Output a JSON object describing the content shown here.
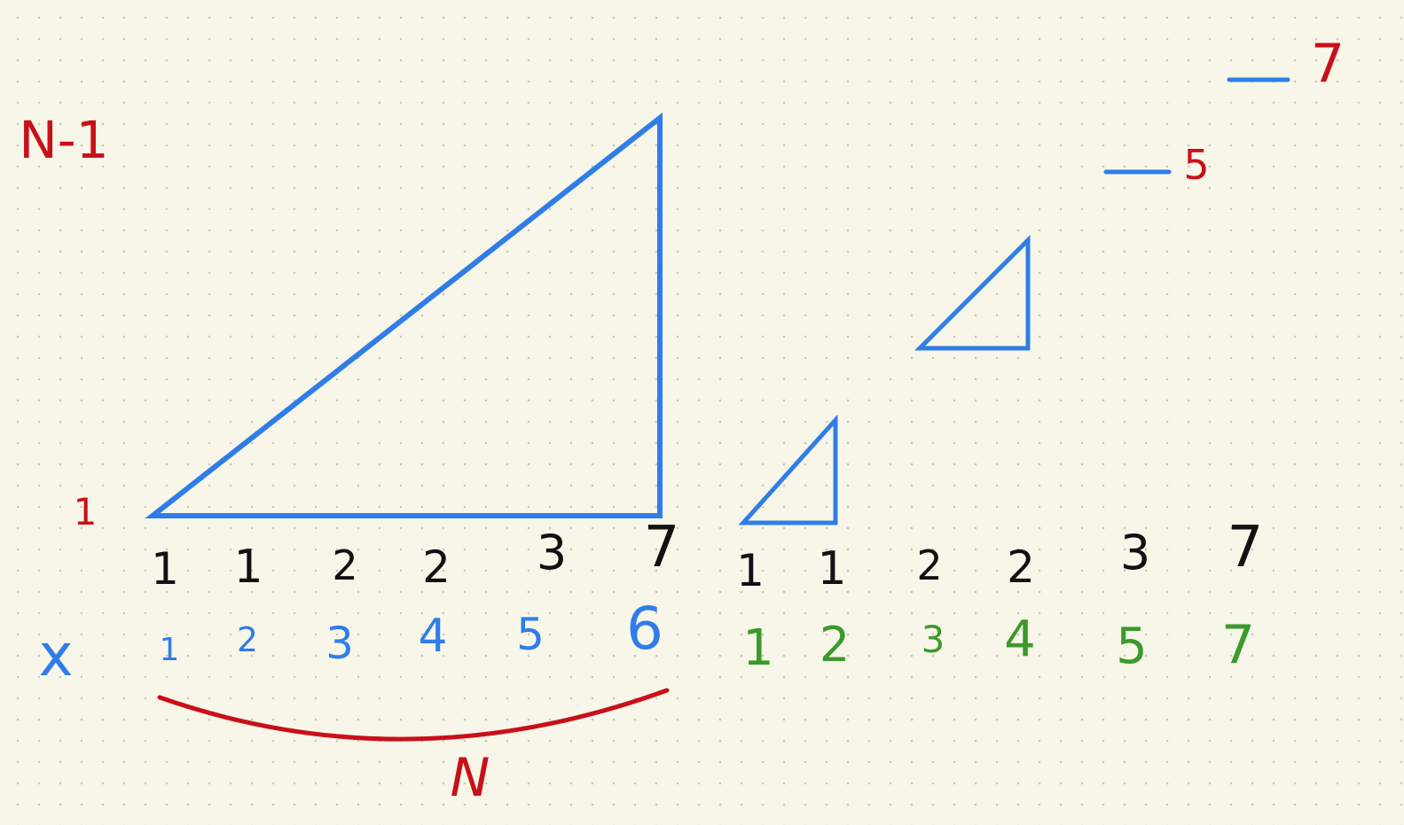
{
  "colors": {
    "background": "#f8f6e8",
    "blue": "#2f7de8",
    "red": "#c8101a",
    "black": "#111111",
    "green": "#3a9a2a"
  },
  "labels": {
    "n_minus_1": "N-1",
    "one": "1",
    "x": "x",
    "n": "N",
    "seven_top": "7",
    "five_top": "5"
  },
  "left_values": [
    "1",
    "1",
    "2",
    "2",
    "3",
    "7"
  ],
  "left_indices": [
    "1",
    "2",
    "3",
    "4",
    "5",
    "6"
  ],
  "right_values": [
    "1",
    "1",
    "2",
    "2",
    "3",
    "7"
  ],
  "right_indices": [
    "1",
    "2",
    "3",
    "4",
    "5",
    "7"
  ]
}
